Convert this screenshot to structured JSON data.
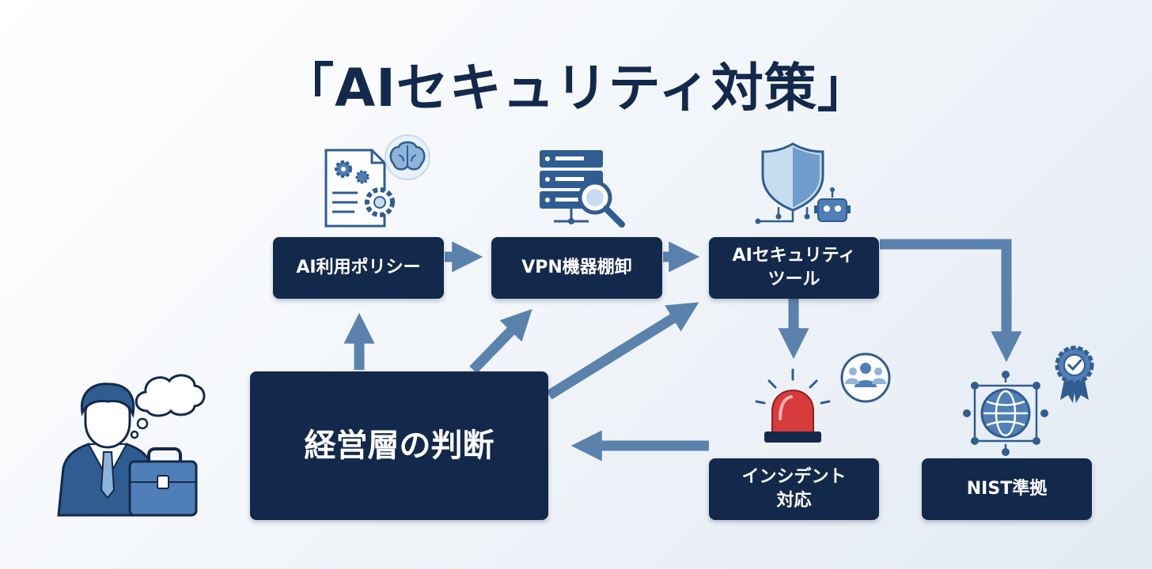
{
  "title": "「AIセキュリティ対策」",
  "nodes": {
    "ai_policy": "AI利用ポリシー",
    "vpn": "VPN機器棚卸",
    "ai_tool": [
      "AIセキュリティ",
      "ツール"
    ],
    "management": "経営層の判断",
    "incident": [
      "インシデント",
      "対応"
    ],
    "nist": "NIST準拠"
  },
  "colors": {
    "box": "#13294b",
    "arrow": "#5b82ad",
    "icon_fill": "#4f7fb6",
    "icon_light": "#c7dcef",
    "alarm": "#d83b3b"
  }
}
